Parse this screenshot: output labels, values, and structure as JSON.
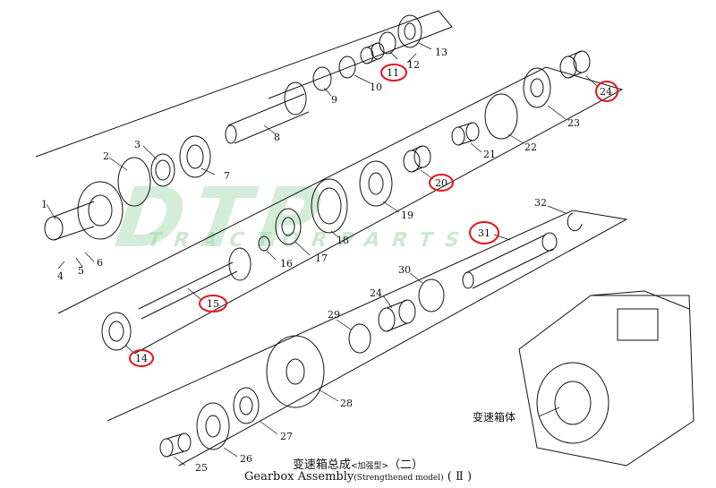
{
  "parts": [
    {
      "id": "p1",
      "label": "1"
    },
    {
      "id": "p2",
      "label": "2"
    },
    {
      "id": "p3",
      "label": "3"
    },
    {
      "id": "p4",
      "label": "4"
    },
    {
      "id": "p5",
      "label": "5"
    },
    {
      "id": "p6",
      "label": "6"
    },
    {
      "id": "p7",
      "label": "7"
    },
    {
      "id": "p8",
      "label": "8"
    },
    {
      "id": "p9",
      "label": "9"
    },
    {
      "id": "p10",
      "label": "10"
    },
    {
      "id": "p11",
      "label": "11"
    },
    {
      "id": "p12",
      "label": "12"
    },
    {
      "id": "p13",
      "label": "13"
    },
    {
      "id": "p14",
      "label": "14"
    },
    {
      "id": "p15",
      "label": "15"
    },
    {
      "id": "p16",
      "label": "16"
    },
    {
      "id": "p17",
      "label": "17"
    },
    {
      "id": "p18",
      "label": "18"
    },
    {
      "id": "p19",
      "label": "19"
    },
    {
      "id": "p20",
      "label": "20"
    },
    {
      "id": "p21",
      "label": "21"
    },
    {
      "id": "p22",
      "label": "22"
    },
    {
      "id": "p23",
      "label": "23"
    },
    {
      "id": "p24",
      "label": "24"
    },
    {
      "id": "p24b",
      "label": "24"
    },
    {
      "id": "p25",
      "label": "25"
    },
    {
      "id": "p26",
      "label": "26"
    },
    {
      "id": "p27",
      "label": "27"
    },
    {
      "id": "p28",
      "label": "28"
    },
    {
      "id": "p29",
      "label": "29"
    },
    {
      "id": "p30",
      "label": "30"
    },
    {
      "id": "p31",
      "label": "31"
    },
    {
      "id": "p32",
      "label": "32"
    }
  ],
  "housing_label": "变速箱体",
  "title_cn": {
    "main": "变速箱总成",
    "qualifier": "加强型",
    "suffix": "（二）"
  },
  "title_en": {
    "main": "Gearbox Assembly",
    "qualifier": "(Strengthened model)",
    "suffix": "( Ⅱ )"
  },
  "watermark": {
    "main": "DTP",
    "sub": "TRACTORPARTS"
  },
  "colors": {
    "highlight": "#e0141e",
    "line": "#111111",
    "watermark": "#a0d7aa"
  }
}
